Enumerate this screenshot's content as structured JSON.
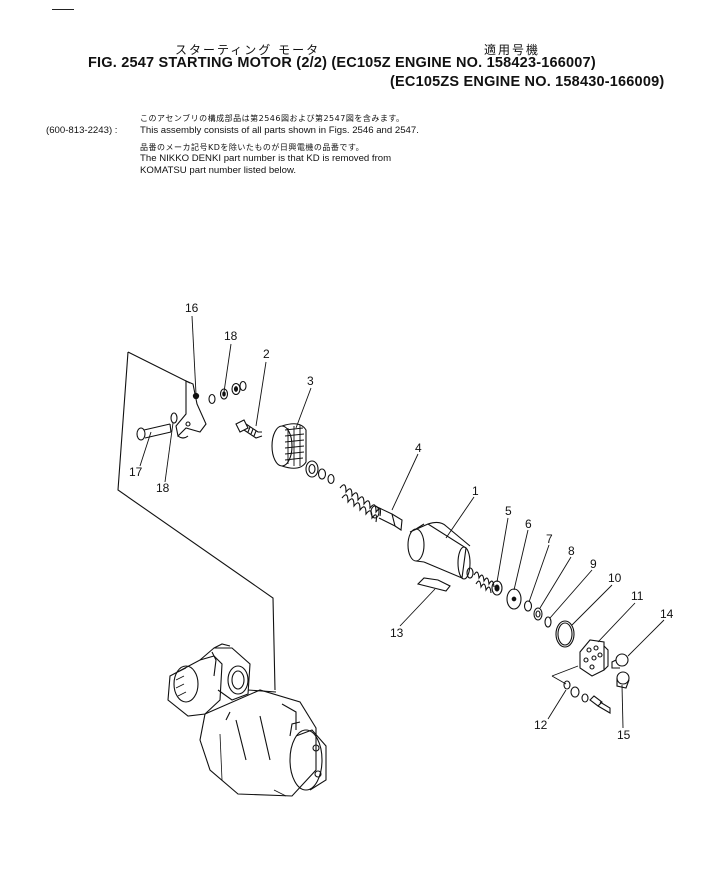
{
  "header": {
    "title_jp": "スターティング モータ",
    "applicable_jp": "適用号機",
    "line1": "FIG. 2547  STARTING MOTOR (2/2) (EC105Z   ENGINE NO. 158423-166007)",
    "line2": "(EC105ZS ENGINE NO. 158430-166009)"
  },
  "notes": {
    "assembly_jp": "このアセンブリの構成部品は第2546図および第2547図を含みます。",
    "part_ref": "(600-813-2243) :",
    "assembly_en": "This assembly consists of all parts shown in Figs. 2546 and 2547.",
    "maker_jp": "品番のメーカ記号KDを除いたものが日興電機の品番です。",
    "maker_en_1": "The NIKKO DENKI part number is that KD is removed from",
    "maker_en_2": "KOMATSU part number listed below."
  },
  "callouts": [
    "16",
    "18",
    "2",
    "3",
    "17",
    "18",
    "4",
    "1",
    "5",
    "6",
    "7",
    "8",
    "9",
    "10",
    "11",
    "14",
    "13",
    "12",
    "15"
  ]
}
